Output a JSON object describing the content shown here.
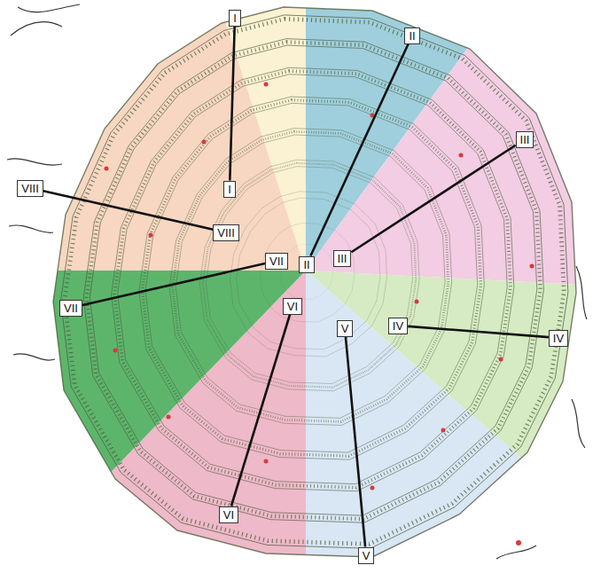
{
  "diagram": {
    "nodes": [
      {
        "text": [
          "I"
        ]
      },
      {
        "text": [
          "I"
        ]
      },
      {
        "text": [
          "II"
        ]
      },
      {
        "text": [
          "II"
        ]
      },
      {
        "text": [
          "III"
        ]
      },
      {
        "text": [
          "III"
        ]
      },
      {
        "text": [
          "IV"
        ]
      },
      {
        "text": [
          "IV"
        ]
      },
      {
        "text": [
          "V"
        ]
      },
      {
        "text": [
          "V"
        ]
      },
      {
        "text": [
          "VI"
        ]
      },
      {
        "text": [
          "VI"
        ]
      },
      {
        "text": [
          "VII"
        ]
      },
      {
        "text": [
          "VII"
        ]
      },
      {
        "text": [
          "VIII"
        ]
      },
      {
        "text": [
          "VIII"
        ]
      }
    ],
    "edges": [
      {
        "from": 0,
        "to": 1,
        "arrow": "none"
      },
      {
        "from": 2,
        "to": 3,
        "arrow": "none"
      },
      {
        "from": 4,
        "to": 5,
        "arrow": "none"
      },
      {
        "from": 6,
        "to": 7,
        "arrow": "none"
      },
      {
        "from": 8,
        "to": 9,
        "arrow": "none"
      },
      {
        "from": 10,
        "to": 11,
        "arrow": "none"
      },
      {
        "from": 12,
        "to": 13,
        "arrow": "none"
      },
      {
        "from": 14,
        "to": 15,
        "arrow": "none"
      }
    ]
  }
}
